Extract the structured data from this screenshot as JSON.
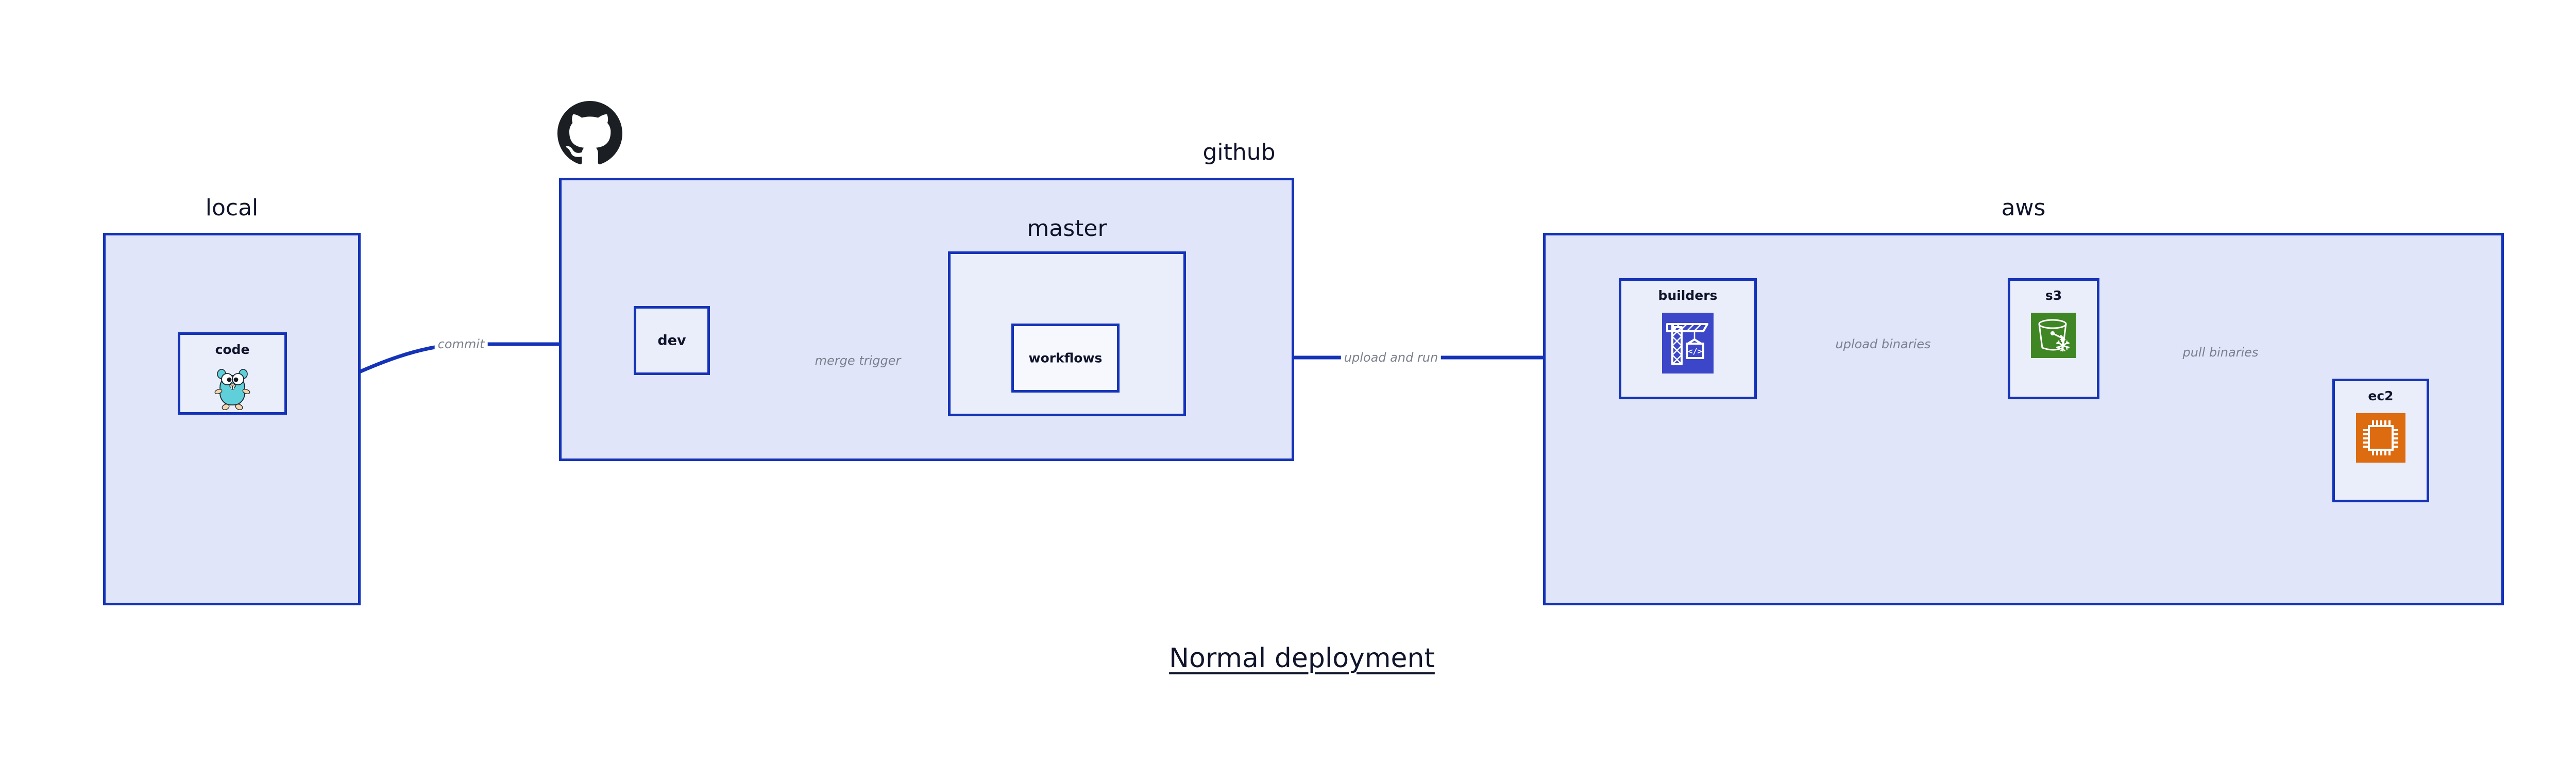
{
  "diagram": {
    "title": "Normal deployment",
    "background": "#ffffff",
    "group_fill": "#e0e5fa",
    "group_border": "#1433b8",
    "node_fill": "#eaeefb",
    "node_border": "#1433b8",
    "edge_color": "#1433b8",
    "edge_label_color": "#7b7f8c",
    "text_color": "#10142b"
  },
  "groups": {
    "local": {
      "label": "local"
    },
    "github": {
      "label": "github"
    },
    "master": {
      "label": "master"
    },
    "aws": {
      "label": "aws"
    }
  },
  "nodes": {
    "code": {
      "label": "code",
      "icon": "go-gopher-icon"
    },
    "dev": {
      "label": "dev"
    },
    "workflows": {
      "label": "workflows"
    },
    "builders": {
      "label": "builders",
      "icon": "aws-codebuild-icon",
      "icon_color": "#3c46c8"
    },
    "s3": {
      "label": "s3",
      "icon": "aws-s3-glacier-bucket-icon",
      "icon_color": "#3f8624"
    },
    "ec2": {
      "label": "ec2",
      "icon": "aws-ec2-chip-icon",
      "icon_color": "#dd6b10"
    }
  },
  "edges": {
    "commit": {
      "label": "commit"
    },
    "merge_trigger": {
      "label": "merge trigger"
    },
    "upload_and_run": {
      "label": "upload and run"
    },
    "upload_binaries": {
      "label": "upload binaries"
    },
    "pull_binaries": {
      "label": "pull binaries"
    }
  },
  "logos": {
    "github": {
      "name": "github-octocat-logo",
      "color": "#1b1f23"
    }
  }
}
